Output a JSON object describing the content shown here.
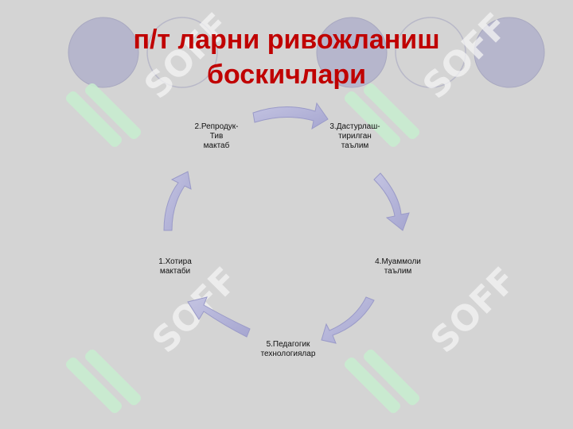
{
  "slide": {
    "title_line1": "п/т ларни ривожланиш",
    "title_line2": "боскичлари"
  },
  "colors": {
    "background": "#d4d4d4",
    "title": "#c00000",
    "arrow_fill": "#b3b3d6",
    "arrow_stroke": "#9a9ac8",
    "circle_fill": "#b6b6cc",
    "circle_stroke": "#a8a8c0",
    "watermark_green": "#c8ecd0"
  },
  "diagram": {
    "nodes": [
      {
        "lines": [
          "2.Репродук-",
          "Тив",
          "мактаб"
        ]
      },
      {
        "lines": [
          "3.Дастурлаш-",
          "тирилган",
          "таълим"
        ]
      },
      {
        "lines": [
          "4.Муаммоли",
          "таълим"
        ]
      },
      {
        "lines": [
          "5.Педагогик",
          "технологиялар"
        ]
      },
      {
        "lines": [
          "1.Хотира",
          "мактаби"
        ]
      }
    ]
  },
  "watermark": {
    "text": "SOFF",
    "logo": "soff-logo"
  }
}
